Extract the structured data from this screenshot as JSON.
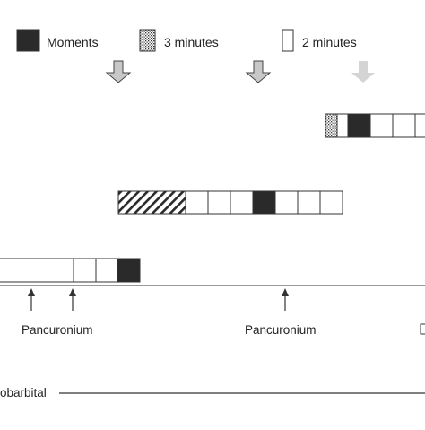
{
  "legend": {
    "items": [
      {
        "label": "Moments",
        "pattern": "solid"
      },
      {
        "label": "3 minutes",
        "pattern": "dotted"
      },
      {
        "label": "2 minutes",
        "pattern": "blank"
      }
    ]
  },
  "labels": {
    "pancuronium_left": "Pancuronium",
    "pancuronium_right": "Pancuronium",
    "barbital_partial": "obarbital"
  },
  "timelines": {
    "top": [
      "dotted",
      "blank",
      "solid",
      "blank",
      "blank",
      "blank"
    ],
    "middle": [
      "hatched",
      "blank",
      "blank",
      "blank",
      "solid",
      "blank",
      "blank",
      "blank"
    ],
    "bottom": [
      "blank",
      "blank",
      "blank",
      "solid"
    ]
  },
  "colors": {
    "solid": "#2a2a2a",
    "stroke": "#333333",
    "arrow_fill": "#c8c8c8",
    "arrow_fill_light": "#d4d4d4"
  },
  "icons": {
    "down_arrow": "block-down-arrow-icon",
    "up_arrow": "thin-up-arrow-icon"
  }
}
